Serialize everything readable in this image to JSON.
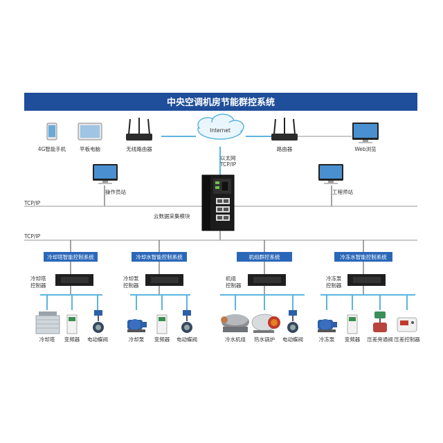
{
  "title": "中央空调机房节能群控系统",
  "top_devices": {
    "phone": "4G智能手机",
    "tablet": "平板电脑",
    "wireless_router": "无线路由器",
    "router": "路由器",
    "web_browse": "Web浏览"
  },
  "internet": "Internet",
  "ethernet": "以太网",
  "tcpip_protocol": "TCP/IP",
  "operator_station": "操作员站",
  "engineer_station": "工程师站",
  "tcp_label_1": "TCP/IP",
  "tcp_label_2": "TCP/IP",
  "cloud_module": "云数据采集模块",
  "subsystems": [
    {
      "name": "冷却塔智能控制系统",
      "controller": [
        "冷却塔",
        "控制器"
      ],
      "devices": [
        "冷却塔",
        "变频器",
        "电动蝶阀"
      ]
    },
    {
      "name": "冷却水智能控制系统",
      "controller": [
        "冷却泵",
        "控制器"
      ],
      "devices": [
        "冷却泵",
        "变频器",
        "电动蝶阀"
      ]
    },
    {
      "name": "机组群控系统",
      "controller": [
        "机组",
        "控制器"
      ],
      "devices": [
        "冷水机组",
        "热水锅炉",
        "电动蝶阀"
      ]
    },
    {
      "name": "冷冻水智能控制系统",
      "controller": [
        "冷冻泵",
        "控制器"
      ],
      "devices": [
        "冷冻泵",
        "变频器",
        "压差旁通阀",
        "压差控制器"
      ]
    }
  ],
  "colors": {
    "title_bar": "#1f4e9a",
    "subsystem_bar": "#2a67b8",
    "network_line": "#5ab4e0",
    "bus_line": "#a9a9a9"
  }
}
